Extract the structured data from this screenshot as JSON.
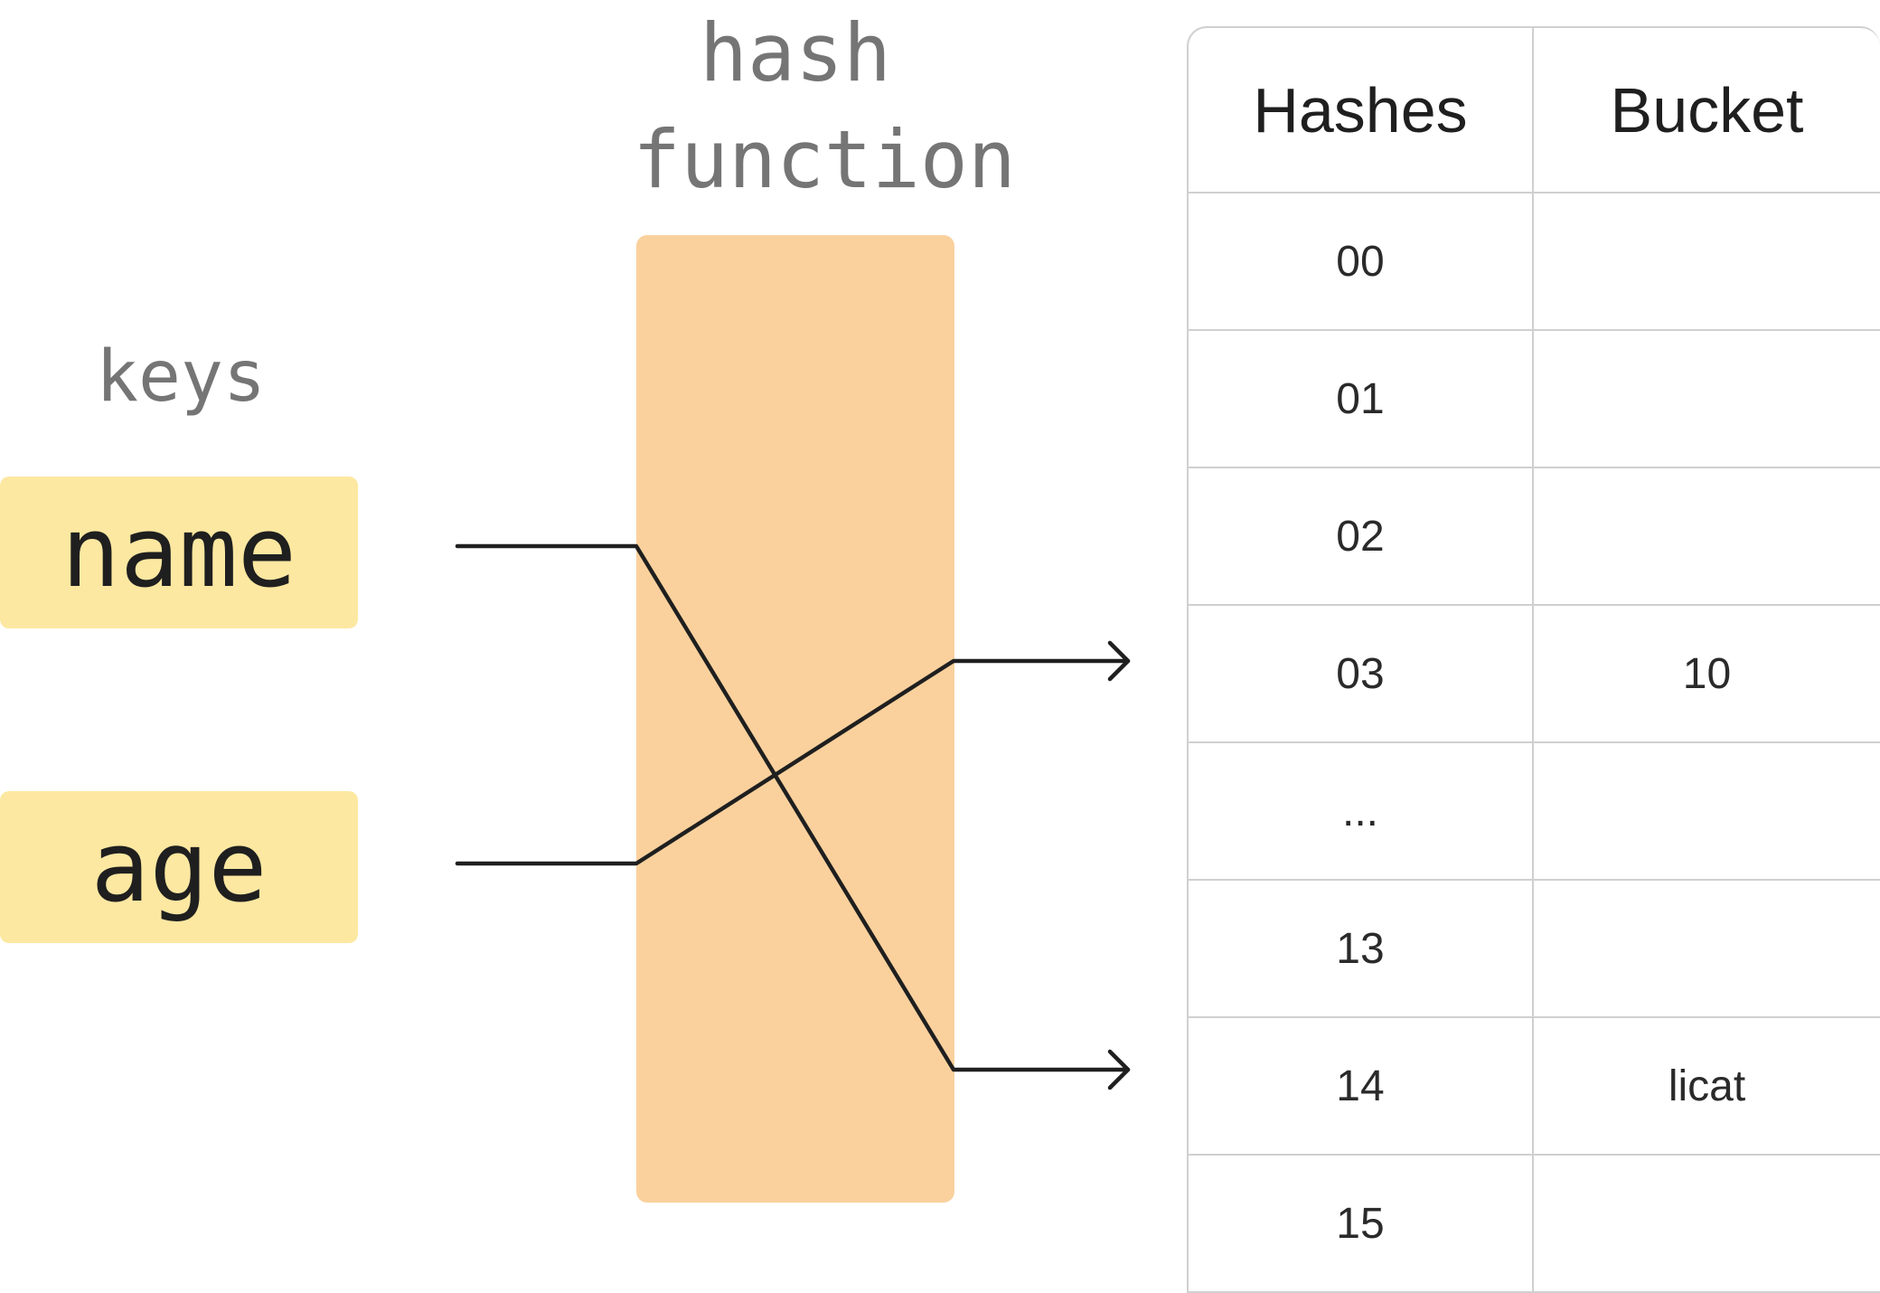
{
  "hash_function": {
    "label": "hash function"
  },
  "keys": {
    "label": "keys",
    "items": [
      {
        "label": "name"
      },
      {
        "label": "age"
      }
    ]
  },
  "table": {
    "headers": {
      "hashes": "Hashes",
      "bucket": "Bucket"
    },
    "rows": [
      {
        "hash": "00",
        "bucket": ""
      },
      {
        "hash": "01",
        "bucket": ""
      },
      {
        "hash": "02",
        "bucket": ""
      },
      {
        "hash": "03",
        "bucket": "10"
      },
      {
        "hash": "...",
        "bucket": ""
      },
      {
        "hash": "13",
        "bucket": ""
      },
      {
        "hash": "14",
        "bucket": "licat"
      },
      {
        "hash": "15",
        "bucket": ""
      }
    ]
  },
  "mappings": [
    {
      "from": "name",
      "to_hash": "14"
    },
    {
      "from": "age",
      "to_hash": "03"
    }
  ],
  "colors": {
    "key_fill": "#fde8a1",
    "hash_box_fill": "#fad19d",
    "wire": "#1f1f1f",
    "label_gray": "#757575",
    "table_border": "#d0d0d0"
  }
}
